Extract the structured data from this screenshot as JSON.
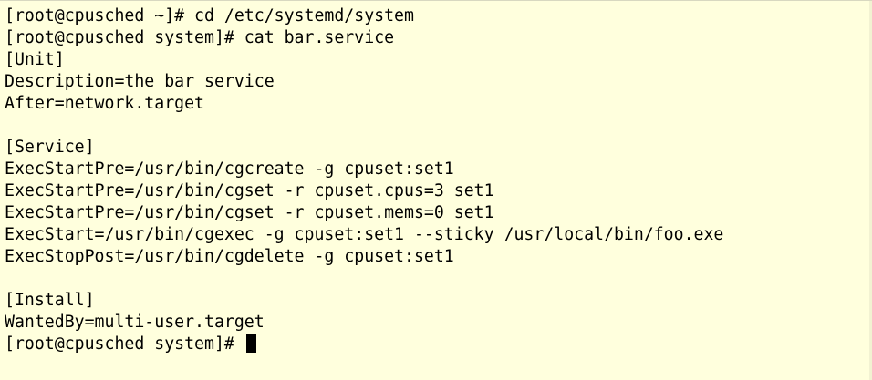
{
  "terminal": {
    "lines": [
      "[root@cpusched ~]# cd /etc/systemd/system",
      "[root@cpusched system]# cat bar.service",
      "[Unit]",
      "Description=the bar service",
      "After=network.target",
      "",
      "[Service]",
      "ExecStartPre=/usr/bin/cgcreate -g cpuset:set1",
      "ExecStartPre=/usr/bin/cgset -r cpuset.cpus=3 set1",
      "ExecStartPre=/usr/bin/cgset -r cpuset.mems=0 set1",
      "ExecStart=/usr/bin/cgexec -g cpuset:set1 --sticky /usr/local/bin/foo.exe",
      "ExecStopPost=/usr/bin/cgdelete -g cpuset:set1",
      "",
      "[Install]",
      "WantedBy=multi-user.target"
    ],
    "prompt": "[root@cpusched system]# "
  }
}
